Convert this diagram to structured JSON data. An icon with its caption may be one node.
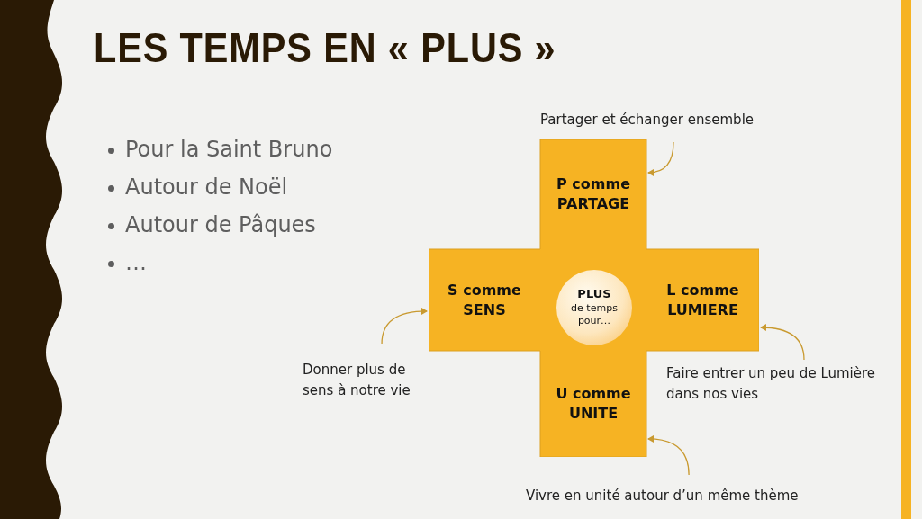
{
  "diagram": {
    "title": "LES TEMPS EN « PLUS »",
    "nodes": [
      {
        "text": [],
        "shape": "cross"
      },
      {
        "text": [
          "P comme",
          "PARTAGE"
        ],
        "in": 0
      },
      {
        "text": [
          "S comme",
          "SENS"
        ],
        "in": 0
      },
      {
        "text": [
          "PLUS",
          "de temps pour…"
        ],
        "in": 0
      },
      {
        "text": [
          "L comme",
          "LUMIERE"
        ],
        "in": 0
      },
      {
        "text": [
          "U comme",
          "UNITE"
        ],
        "in": 0
      },
      {
        "text": [
          "Partager et échanger ensemble"
        ]
      },
      {
        "text": [
          "Donner plus de sens à notre vie"
        ]
      },
      {
        "text": [
          "Faire entrer un peu de Lumière dans nos vies"
        ]
      },
      {
        "text": [
          "Vivre en unité autour d’un même thème"
        ]
      }
    ],
    "edges": [
      {
        "from": 6,
        "to": 1,
        "arrow": "to"
      },
      {
        "from": 7,
        "to": 2,
        "arrow": "to"
      },
      {
        "from": 8,
        "to": 4,
        "arrow": "to"
      },
      {
        "from": 9,
        "to": 5,
        "arrow": "to"
      }
    ],
    "labels": [
      "Pour la Saint Bruno",
      "Autour de Noël",
      "Autour de Pâques",
      "…"
    ]
  }
}
